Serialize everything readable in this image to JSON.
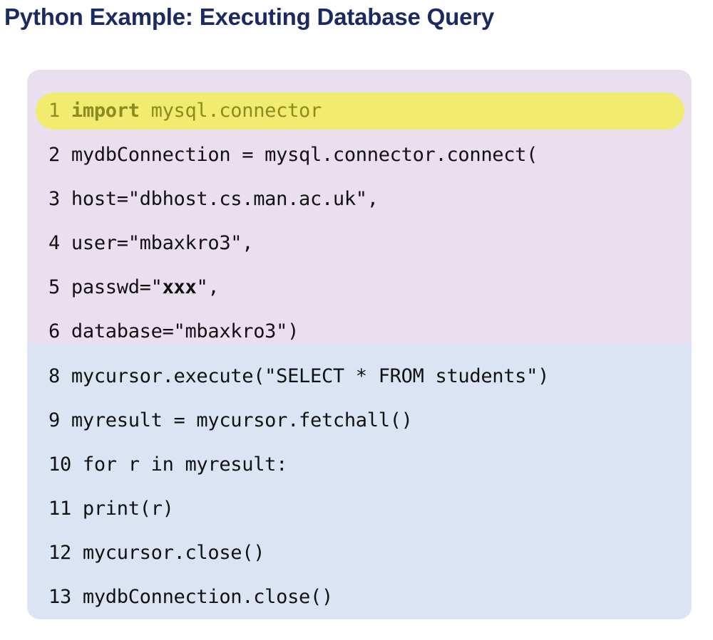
{
  "slide": {
    "title": "Python Example: Executing Database Query",
    "title_color": "#1B2A62"
  },
  "code": {
    "language": "python",
    "upper_block_color": "#E9DFEF",
    "lower_block_color": "#DAE4F2",
    "highlight_color": "#F1EC6F",
    "highlight_text_color": "#8B8B1F",
    "text_color": "#111111",
    "lines": [
      {
        "number": "1",
        "pre": "import",
        "post": " mysql.connector",
        "bold": "import",
        "highlighted": true,
        "block": "upper"
      },
      {
        "number": "2",
        "text": "mydbConnection = mysql.connector.connect(",
        "highlighted": false,
        "block": "upper"
      },
      {
        "number": "3",
        "text": "host=\"dbhost.cs.man.ac.uk\",",
        "highlighted": false,
        "block": "upper"
      },
      {
        "number": "4",
        "text": "user=\"mbaxkro3\",",
        "highlighted": false,
        "block": "upper"
      },
      {
        "number": "5",
        "pre": "passwd=\"",
        "bold": "xxx",
        "post": "\",",
        "highlighted": false,
        "block": "upper"
      },
      {
        "number": "6",
        "text": "database=\"mbaxkro3\")",
        "highlighted": false,
        "block": "upper"
      },
      {
        "number": "8",
        "text": "mycursor.execute(\"SELECT * FROM students\")",
        "highlighted": false,
        "block": "lower"
      },
      {
        "number": "9",
        "text": "myresult = mycursor.fetchall()",
        "highlighted": false,
        "block": "lower"
      },
      {
        "number": "10",
        "text": "for r in myresult:",
        "highlighted": false,
        "block": "lower"
      },
      {
        "number": "11",
        "text": "print(r)",
        "highlighted": false,
        "block": "lower"
      },
      {
        "number": "12",
        "text": "mycursor.close()",
        "highlighted": false,
        "block": "lower"
      },
      {
        "number": "13",
        "text": "mydbConnection.close()",
        "highlighted": false,
        "block": "lower"
      }
    ],
    "rendered_lines": [
      "1 import mysql.connector",
      "2 mydbConnection = mysql.connector.connect(",
      "3 host=\"dbhost.cs.man.ac.uk\",",
      "4 user=\"mbaxkro3\",",
      "5 passwd=\"xxx\",",
      "6 database=\"mbaxkro3\")",
      "8 mycursor.execute(\"SELECT * FROM students\")",
      "9 myresult = mycursor.fetchall()",
      "10 for r in myresult:",
      "11 print(r)",
      "12 mycursor.close()",
      "13 mydbConnection.close()"
    ]
  }
}
